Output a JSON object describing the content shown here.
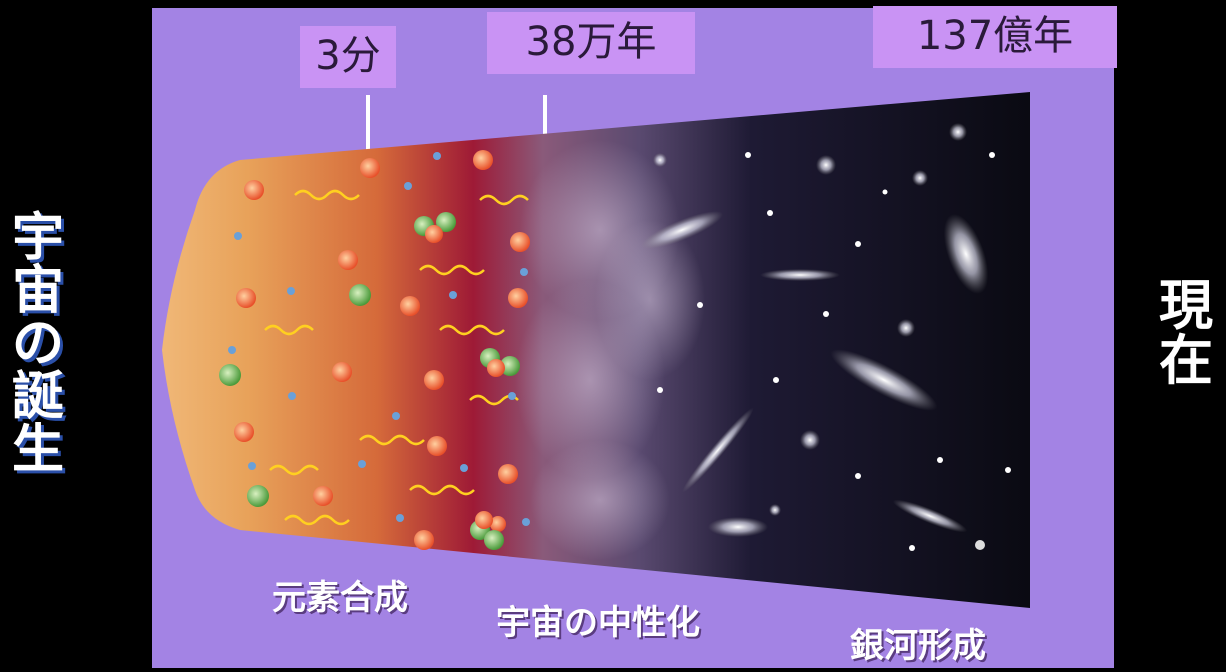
{
  "left_label": [
    "宇",
    "宙",
    "の",
    "誕",
    "生"
  ],
  "right_label": [
    "現",
    "在"
  ],
  "time_labels": {
    "t1": "3分",
    "t2": "38万年",
    "t3": "137億年"
  },
  "era_labels": {
    "e1": "元素合成",
    "e2": "宇宙の中性化",
    "e3": "銀河形成"
  },
  "colors": {
    "panel": "#a383e4",
    "early": "#e8a660",
    "mid": "#9e1a36",
    "late": "#111122",
    "label_box": "#c993f4"
  }
}
